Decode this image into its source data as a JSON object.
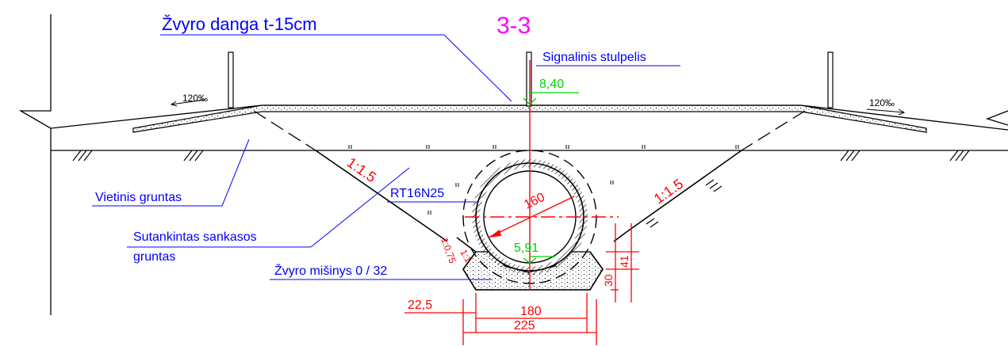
{
  "title": "3-3",
  "labels": {
    "gravel_cover": "Žvyro danga t-15cm",
    "signal_post": "Signalinis stulpelis",
    "local_soil": "Vietinis gruntas",
    "compacted_soil_line1": "Sutankintas sankasos",
    "compacted_soil_line2": "gruntas",
    "gravel_mix": "Žvyro mišinys 0 / 32",
    "pipe_type": "RT16N25"
  },
  "dimensions": {
    "top_level": "8,40",
    "pipe_level": "5,91",
    "diameter": "160",
    "width_inner": "180",
    "width_outer": "225",
    "side_offset": "22,5",
    "height_small": "41",
    "height_base": "30"
  },
  "slopes": {
    "left_road": "120‰",
    "right_road": "120‰",
    "left_embankment": "1:1.5",
    "right_embankment": "1:1.5",
    "trench_left": "1:0,75",
    "trench_inner": "1:1"
  },
  "colors": {
    "annotation": "#0000ff",
    "dimension": "#ff0000",
    "level": "#00d000",
    "title": "#ff00ff",
    "linework": "#000000"
  }
}
